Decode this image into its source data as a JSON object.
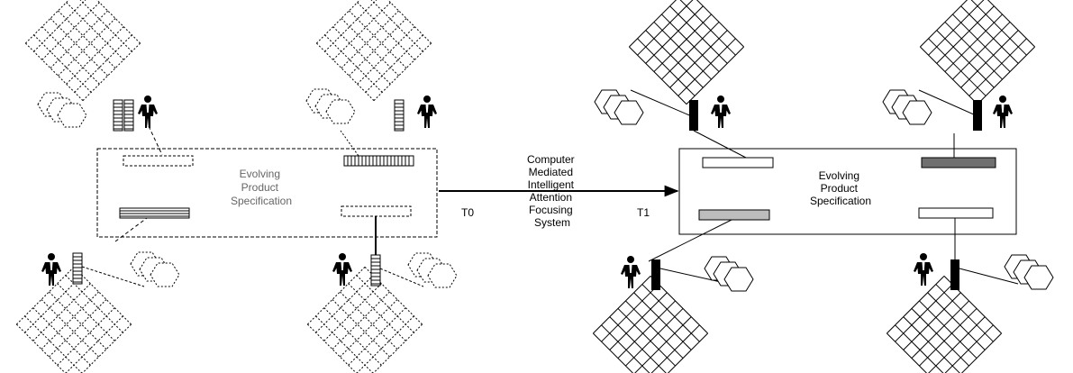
{
  "left_panel": {
    "box_label": [
      "Evolving",
      "Product",
      "Specification"
    ],
    "time_label": "T0"
  },
  "center": {
    "arrow_label": [
      "Computer",
      "Mediated",
      "Intelligent",
      "Attention",
      "Focusing",
      "System"
    ]
  },
  "right_panel": {
    "box_label": [
      "Evolving",
      "Product",
      "Specification"
    ],
    "time_label": "T1"
  },
  "colors": {
    "ink": "#000000",
    "dark_slot": "#707070",
    "light_slot": "#bdbdbd"
  }
}
